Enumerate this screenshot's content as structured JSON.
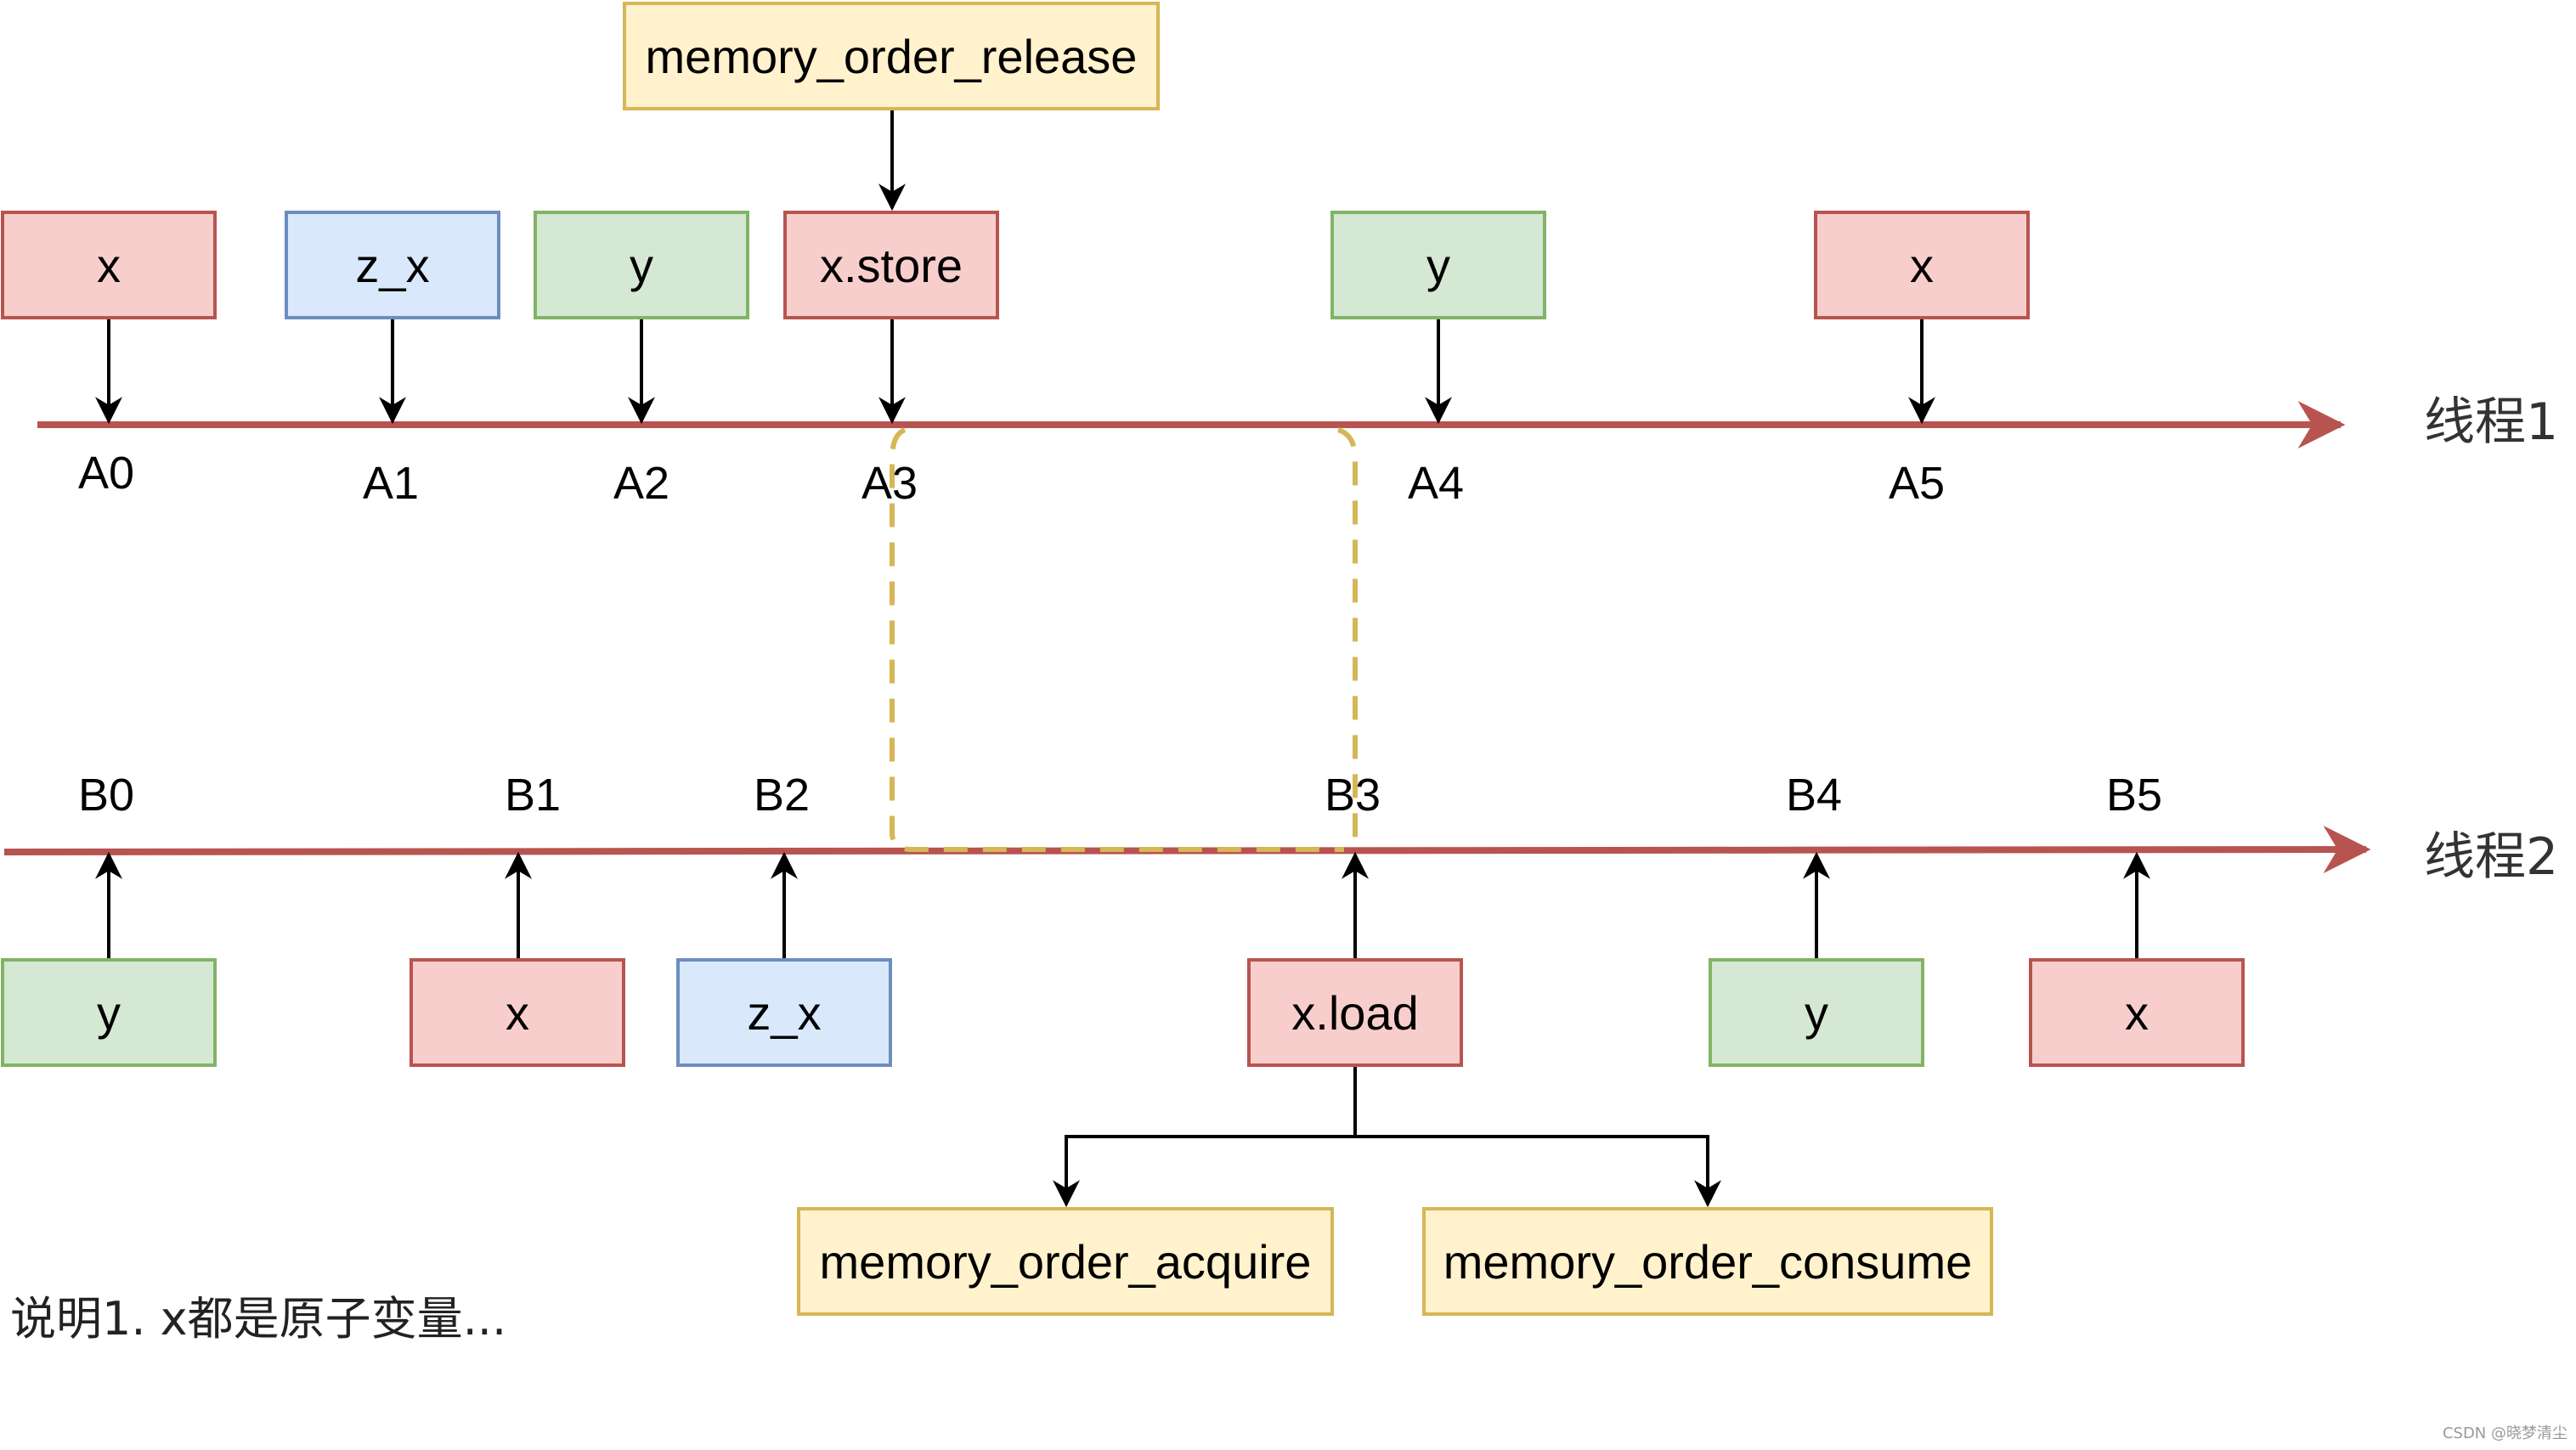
{
  "thread1": {
    "label": "线程1",
    "release_label": "memory_order_release",
    "boxes": [
      {
        "text": "x",
        "style": "red"
      },
      {
        "text": "z_x",
        "style": "blue"
      },
      {
        "text": "y",
        "style": "green"
      },
      {
        "text": "x.store",
        "style": "red"
      },
      {
        "text": "y",
        "style": "green"
      },
      {
        "text": "x",
        "style": "red"
      }
    ],
    "points": [
      "A0",
      "A1",
      "A2",
      "A3",
      "A4",
      "A5"
    ]
  },
  "thread2": {
    "label": "线程2",
    "acquire_label": "memory_order_acquire",
    "consume_label": "memory_order_consume",
    "boxes": [
      {
        "text": "y",
        "style": "green"
      },
      {
        "text": "x",
        "style": "red"
      },
      {
        "text": "z_x",
        "style": "blue"
      },
      {
        "text": "x.load",
        "style": "red"
      },
      {
        "text": "y",
        "style": "green"
      },
      {
        "text": "x",
        "style": "red"
      }
    ],
    "points": [
      "B0",
      "B1",
      "B2",
      "B3",
      "B4",
      "B5"
    ]
  },
  "note": "说明1. x都是原子变量...",
  "watermark": "CSDN @晓梦清尘",
  "colors": {
    "timeline": "#b85450",
    "sync_dashed": "#d6b656",
    "arrow": "#000000"
  }
}
